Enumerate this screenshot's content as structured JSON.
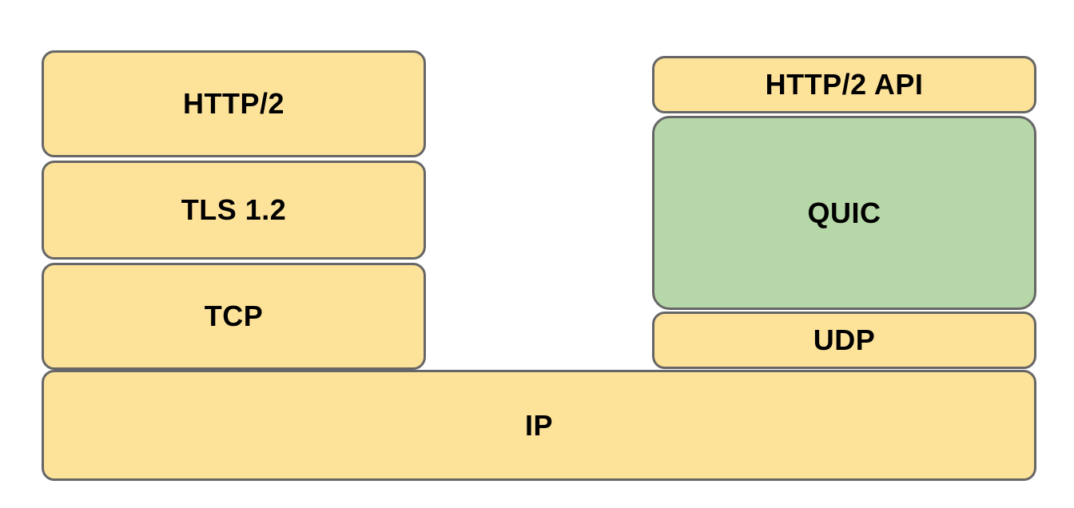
{
  "diagram": {
    "description": "Protocol stack comparison: HTTP/2 over TLS/TCP versus HTTP/2 API over QUIC/UDP, both on top of IP",
    "colors": {
      "yellow_fill": "#FDE299",
      "green_fill": "#B6D7A8",
      "border": "#666666",
      "text": "#000000",
      "background": "#FFFFFF"
    },
    "left_stack": {
      "layers": [
        {
          "label": "HTTP/2"
        },
        {
          "label": "TLS 1.2"
        },
        {
          "label": "TCP"
        }
      ]
    },
    "right_stack": {
      "layers": [
        {
          "label": "HTTP/2 API"
        },
        {
          "label": "QUIC"
        },
        {
          "label": "UDP"
        }
      ]
    },
    "base_layer": {
      "label": "IP"
    }
  }
}
